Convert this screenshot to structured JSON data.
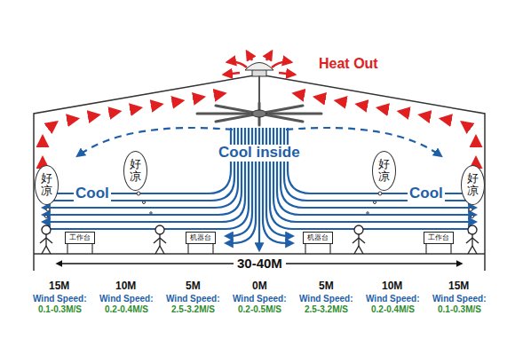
{
  "diagram": {
    "nodes": [
      {
        "text": [
          "好凉"
        ]
      },
      {
        "text": [
          "好凉"
        ]
      },
      {
        "text": [
          "好凉"
        ]
      },
      {
        "text": [
          "好凉"
        ]
      },
      {
        "text": [
          "工作台"
        ]
      },
      {
        "text": [
          "机器台"
        ]
      },
      {
        "text": [
          "机器台"
        ]
      },
      {
        "text": [
          "工作台"
        ]
      }
    ],
    "labels": [
      "Heat Out",
      "Cool inside",
      "Cool",
      "Cool",
      "30-40M",
      "15M",
      "10M",
      "5M",
      "0M",
      "5M",
      "10M",
      "15M",
      "Wind Speed:",
      "Wind Speed:",
      "Wind Speed:",
      "Wind Speed:",
      "Wind Speed:",
      "Wind Speed:",
      "Wind Speed:",
      "0.1-0.3M/S",
      "0.2-0.4M/S",
      "2.5-3.2M/S",
      "0.2-0.5M/S",
      "2.5-3.2M/S",
      "0.2-0.4M/S",
      "0.1-0.3M/S"
    ]
  }
}
